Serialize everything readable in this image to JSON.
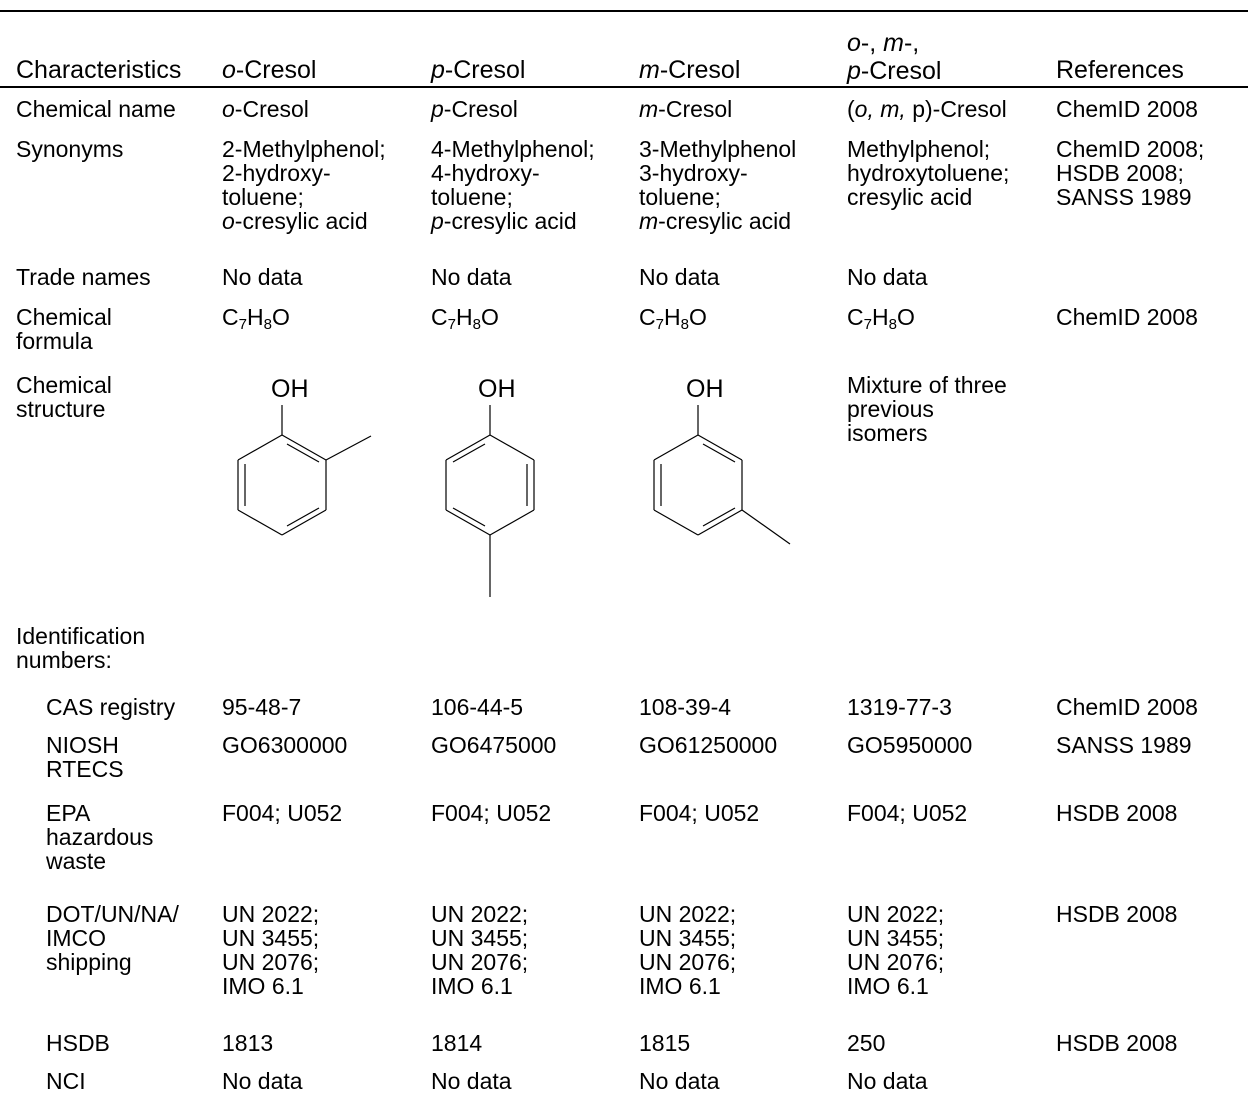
{
  "header": {
    "characteristics": "Characteristics",
    "o_pre": "o",
    "o_post": "-Cresol",
    "p_pre": "p",
    "p_post": "-Cresol",
    "m_pre": "m",
    "m_post": "-Cresol",
    "mix_o": "o",
    "mix_sep1": "-, ",
    "mix_m": "m",
    "mix_sep2": "-,",
    "mix_p": "p",
    "mix_post": "-Cresol",
    "references": "References"
  },
  "rows": {
    "chemical_name": {
      "label": "Chemical name",
      "o_pre": "o",
      "o_post": "-Cresol",
      "p_pre": "p",
      "p_post": "-Cresol",
      "m_pre": "m",
      "m_post": "-Cresol",
      "mix_open": "(",
      "mix_o": "o,",
      "mix_m": "m,",
      "mix_rest": "p)-Cresol",
      "ref": "ChemID 2008"
    },
    "synonyms": {
      "label": "Synonyms",
      "o": [
        "2-Methylphenol;",
        "2-hydroxy-",
        "toluene;"
      ],
      "o_last_pre": "o",
      "o_last_post": "-cresylic acid",
      "p": [
        "4-Methylphenol;",
        "4-hydroxy-",
        "toluene;"
      ],
      "p_last_pre": "p",
      "p_last_post": "-cresylic acid",
      "m": [
        "3-Methylphenol",
        "3-hydroxy-",
        "toluene;"
      ],
      "m_last_pre": "m",
      "m_last_post": "-cresylic acid",
      "mix": [
        "Methylphenol;",
        "hydroxytoluene;",
        "cresylic acid"
      ],
      "ref": [
        "ChemID 2008;",
        "HSDB 2008;",
        "SANSS 1989"
      ]
    },
    "trade_names": {
      "label": "Trade names",
      "o": "No data",
      "p": "No data",
      "m": "No data",
      "mix": "No data"
    },
    "chemical_formula": {
      "label": [
        "Chemical",
        "formula"
      ],
      "formula_c": "C",
      "formula_c_n": "7",
      "formula_h": "H",
      "formula_h_n": "8",
      "formula_o": "O",
      "ref": "ChemID 2008"
    },
    "chemical_structure": {
      "label": [
        "Chemical",
        "structure"
      ],
      "oh": "OH",
      "mix": [
        "Mixture of three",
        "previous",
        "isomers"
      ]
    },
    "identification": {
      "label": [
        "Identification",
        "numbers:"
      ]
    },
    "cas": {
      "label": "CAS registry",
      "o": "95-48-7",
      "p": "106-44-5",
      "m": "108-39-4",
      "mix": "1319-77-3",
      "ref": "ChemID 2008"
    },
    "niosh": {
      "label": [
        "NIOSH",
        "RTECS"
      ],
      "o": "GO6300000",
      "p": "GO6475000",
      "m": "GO61250000",
      "mix": "GO5950000",
      "ref": "SANSS 1989"
    },
    "epa": {
      "label": [
        "EPA",
        "hazardous",
        "waste"
      ],
      "o": "F004; U052",
      "p": "F004; U052",
      "m": "F004; U052",
      "mix": "F004; U052",
      "ref": "HSDB 2008"
    },
    "dot": {
      "label": [
        "DOT/UN/NA/",
        "IMCO",
        "shipping"
      ],
      "o": [
        "UN 2022;",
        "UN 3455;",
        "UN 2076;",
        "IMO 6.1"
      ],
      "p": [
        "UN 2022;",
        "UN 3455;",
        "UN 2076;",
        "IMO 6.1"
      ],
      "m": [
        "UN 2022;",
        "UN 3455;",
        "UN 2076;",
        "IMO 6.1"
      ],
      "mix": [
        "UN 2022;",
        "UN 3455;",
        "UN 2076;",
        "IMO 6.1"
      ],
      "ref": "HSDB 2008"
    },
    "hsdb": {
      "label": "HSDB",
      "o": "1813",
      "p": "1814",
      "m": "1815",
      "mix": "250",
      "ref": "HSDB 2008"
    },
    "nci": {
      "label": "NCI",
      "o": "No data",
      "p": "No data",
      "m": "No data",
      "mix": "No data"
    }
  }
}
